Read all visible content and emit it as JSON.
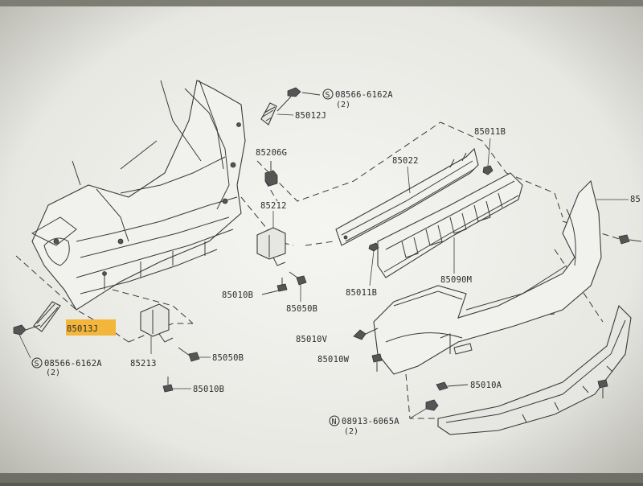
{
  "labels": {
    "screw_top": "08566-6162A",
    "screw_top_qty": "(2)",
    "bracket_top": "85012J",
    "nut_85206G": "85206G",
    "reinforcement_85022": "85022",
    "clip_85011B_top": "85011B",
    "clip_85011B_mid": "85011B",
    "bracket_85212": "85212",
    "absorber_85090M": "85090M",
    "bolt_85010B_mid": "85010B",
    "bolt_85050B_mid": "85050B",
    "bracket_85013J": "85013J",
    "screw_bottom": "08566-6162A",
    "screw_bottom_qty": "(2)",
    "bracket_85213": "85213",
    "bolt_85050B_low": "85050B",
    "bolt_85010B_low": "85010B",
    "bolt_85010V": "85010V",
    "bolt_85010W": "85010W",
    "screw_85010A": "85010A",
    "nut_08913": "08913-6065A",
    "nut_08913_qty": "(2)",
    "fascia_right": "85"
  },
  "symbols": {
    "s_marker": "S",
    "n_marker": "N"
  },
  "colors": {
    "paper": "#f0f0ec",
    "ink": "#2a2a2a",
    "highlight": "#f2b63a"
  }
}
